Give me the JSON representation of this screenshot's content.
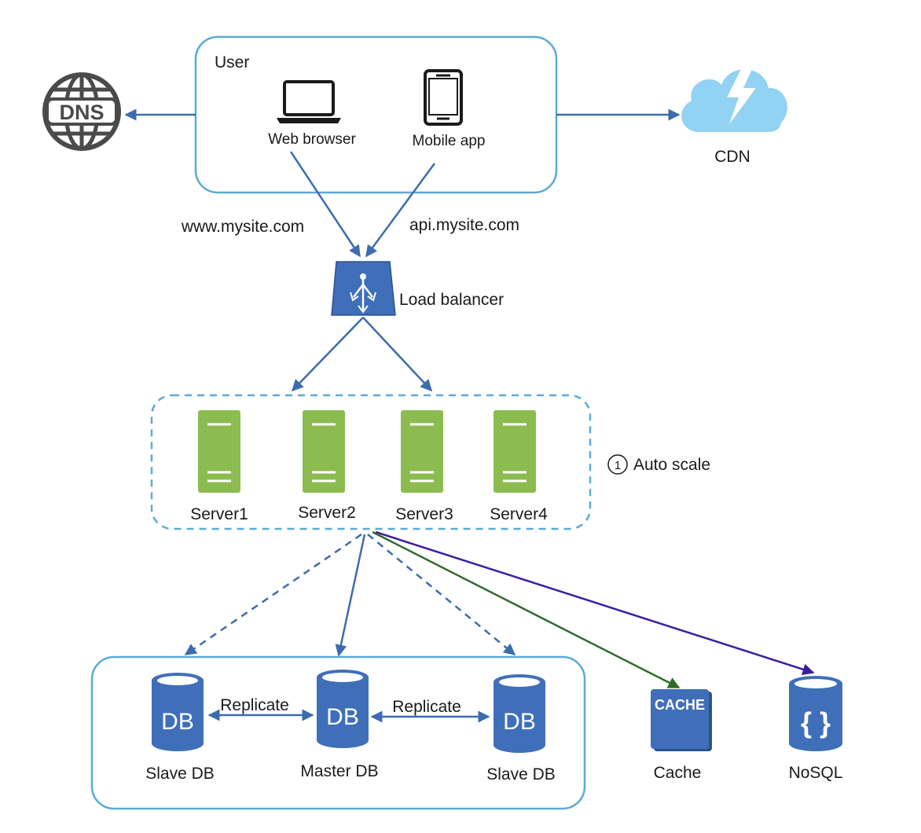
{
  "user_box": {
    "title": "User",
    "web_browser": "Web browser",
    "mobile_app": "Mobile app"
  },
  "dns": {
    "icon_text": "DNS"
  },
  "cdn": {
    "label": "CDN"
  },
  "routes": {
    "web": "www.mysite.com",
    "api": "api.mysite.com"
  },
  "load_balancer": {
    "label": "Load balancer"
  },
  "servers": {
    "items": [
      "Server1",
      "Server2",
      "Server3",
      "Server4"
    ],
    "auto_scale_number": "1",
    "auto_scale_label": "Auto scale"
  },
  "databases": {
    "db_icon_text": "DB",
    "slave_left": "Slave DB",
    "master": "Master DB",
    "slave_right": "Slave DB",
    "replicate_left": "Replicate",
    "replicate_right": "Replicate"
  },
  "cache": {
    "icon_text": "CACHE",
    "label": "Cache"
  },
  "nosql": {
    "icon_text": "{ }",
    "label": "NoSQL"
  },
  "colors": {
    "box_border": "#5aabd6",
    "arrow_blue": "#3d6cae",
    "arrow_green": "#2f6b2a",
    "arrow_purple": "#3b1ea0",
    "db_blue": "#3f6fb9",
    "server_green": "#8cbc50",
    "cdn_blue": "#92d2f2",
    "dns_gray": "#4a4a4a"
  }
}
